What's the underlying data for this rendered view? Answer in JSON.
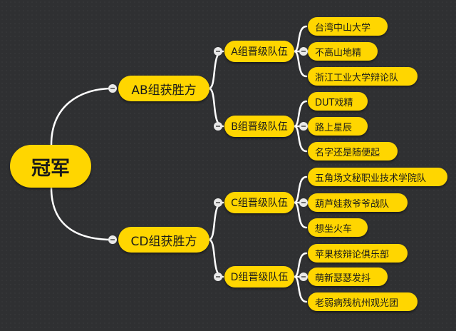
{
  "root": {
    "label": "冠军"
  },
  "branches": [
    {
      "label": "AB组获胜方",
      "groups": [
        {
          "label": "A组晋级队伍",
          "teams": [
            "台湾中山大学",
            "不高山地精",
            "浙江工业大学辩论队"
          ]
        },
        {
          "label": "B组晋级队伍",
          "teams": [
            "DUT戏精",
            "路上星辰",
            "名字还是随便起"
          ]
        }
      ]
    },
    {
      "label": "CD组获胜方",
      "groups": [
        {
          "label": "C组晋级队伍",
          "teams": [
            "五角场文秘职业技术学院队",
            "葫芦娃救爷爷战队",
            "想坐火车"
          ]
        },
        {
          "label": "D组晋级队伍",
          "teams": [
            "苹果核辩论俱乐部",
            "萌新瑟瑟发抖",
            "老弱病残杭州观光团"
          ]
        }
      ]
    }
  ],
  "colors": {
    "node_fill": "#ffd600",
    "connector": "#ffffff",
    "background": "#2f3032"
  }
}
